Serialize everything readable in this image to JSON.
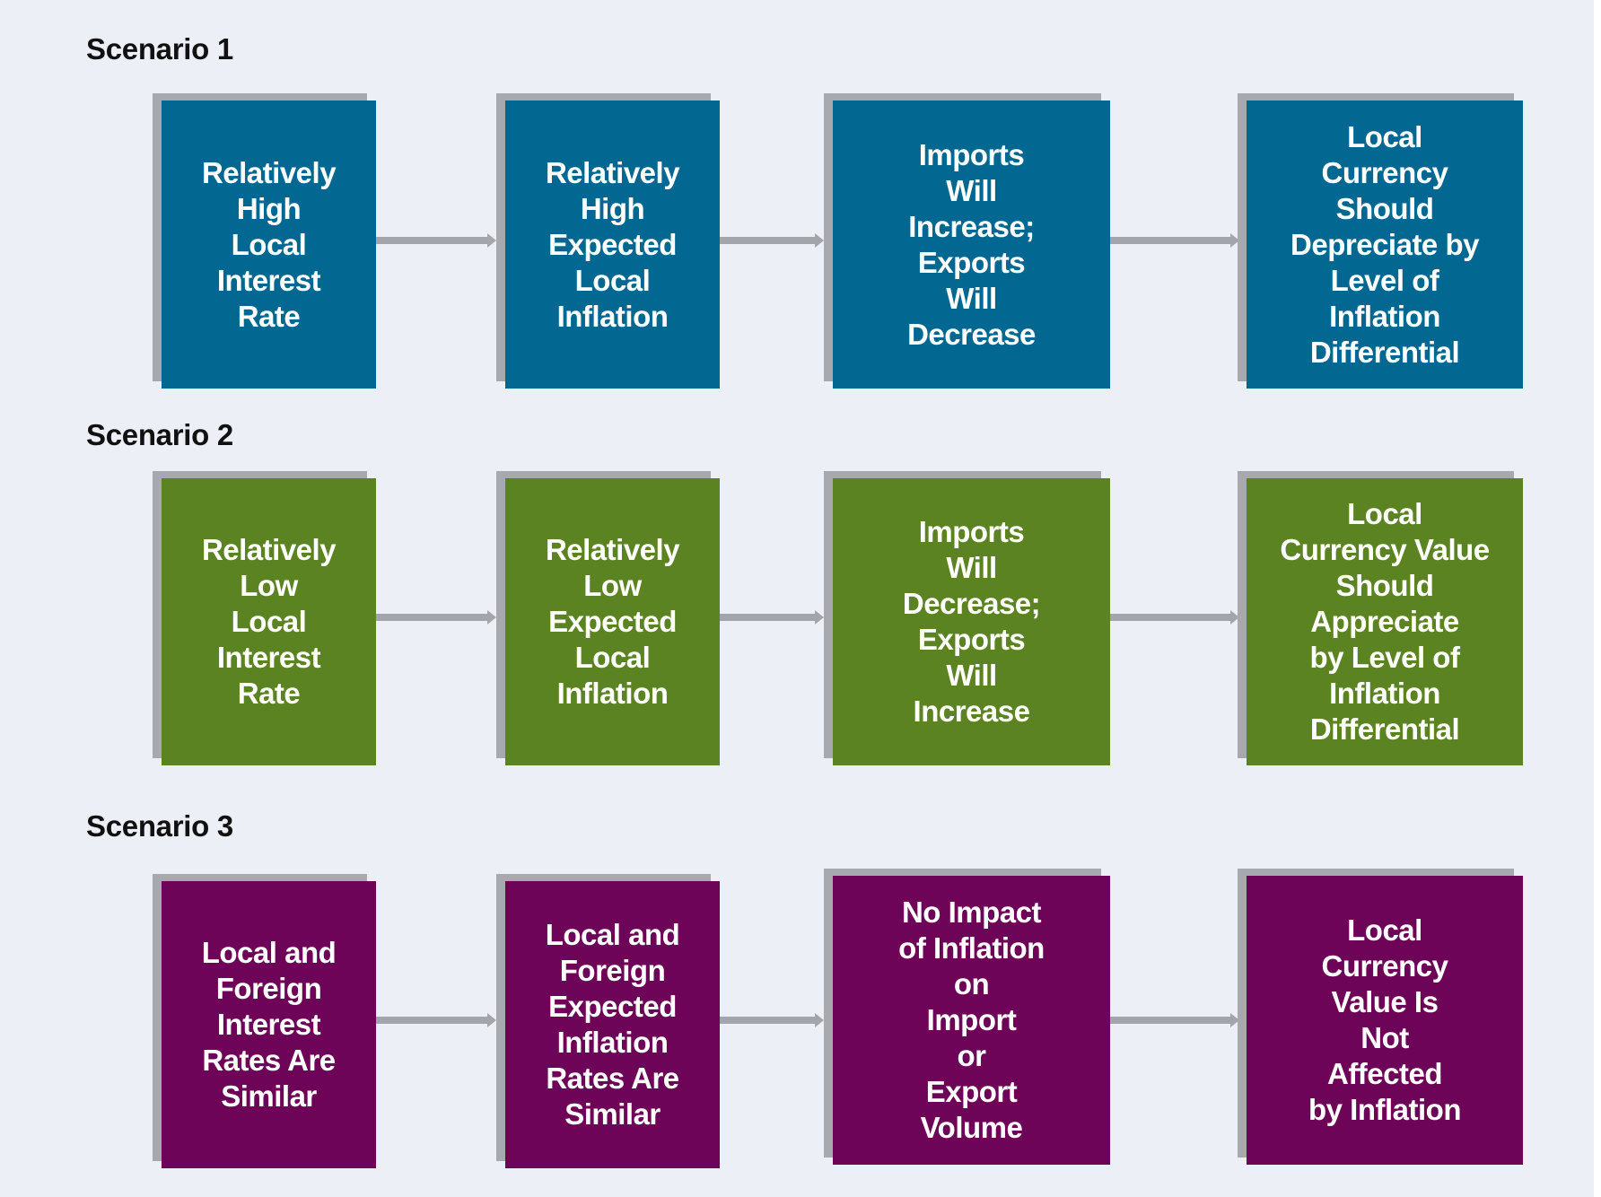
{
  "colors": {
    "background": "#eceff6",
    "scenario_1": "#036891",
    "scenario_2": "#5b8322",
    "scenario_3": "#6d0457",
    "shadow": "#a7a9ae",
    "arrow": "#a3a5aa"
  },
  "scenarios": [
    {
      "title": "Scenario 1",
      "boxes": [
        "Relatively\nHigh\nLocal\nInterest\nRate",
        "Relatively\nHigh\nExpected\nLocal\nInflation",
        "Imports\nWill\nIncrease;\nExports\nWill\nDecrease",
        "Local\nCurrency\nShould\nDepreciate by\nLevel of\nInflation Differential"
      ]
    },
    {
      "title": "Scenario 2",
      "boxes": [
        "Relatively\nLow\nLocal\nInterest\nRate",
        "Relatively\nLow\nExpected\nLocal\nInflation",
        "Imports\nWill\nDecrease;\nExports\nWill\nIncrease",
        "Local\nCurrency Value\nShould\nAppreciate\nby Level of\nInflation Differential"
      ]
    },
    {
      "title": "Scenario 3",
      "boxes": [
        "Local and\nForeign\nInterest\nRates Are\nSimilar",
        "Local and\nForeign\nExpected\nInflation\nRates Are\nSimilar",
        "No Impact\nof Inflation\non\nImport\nor\nExport\nVolume",
        "Local\nCurrency\nValue Is\nNot\nAffected\nby Inflation"
      ]
    }
  ]
}
